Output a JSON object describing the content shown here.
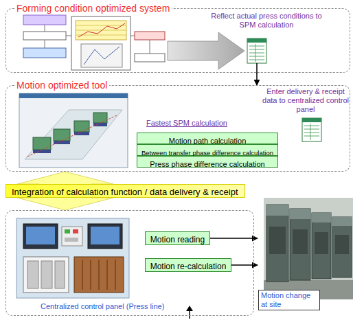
{
  "diagram": {
    "nodes": [
      {
        "text": [
          "Forming condition optimized system",
          "Reflect actual press conditions to SPM calculation"
        ]
      },
      {
        "text": [
          "Motion optimized tool",
          "Fastest SPM calculation",
          "Enter delivery & receipt data to centralized control panel"
        ]
      },
      {
        "text": [
          "Motion path calculation"
        ],
        "in": 1
      },
      {
        "text": [
          "Between transfer phase difference calculation"
        ],
        "in": 1
      },
      {
        "text": [
          "Press phase difference calculation"
        ],
        "in": 1
      },
      {
        "text": [
          "Integration of calculation function / data delivery & receipt"
        ]
      },
      {
        "text": [
          "Centralized control panel (Press line)"
        ]
      },
      {
        "text": [
          "Motion reading"
        ],
        "in": 6
      },
      {
        "text": [
          "Motion re-calculation"
        ],
        "in": 6
      },
      {
        "text": [
          "Motion change at site"
        ]
      }
    ],
    "edges": [
      {
        "from": 0,
        "to": 1,
        "arrow": "to"
      },
      {
        "from": 1,
        "to": 6,
        "arrow": "both"
      },
      {
        "from": 7,
        "to": 9,
        "arrow": "to"
      },
      {
        "from": 8,
        "to": 9,
        "arrow": "to"
      }
    ]
  }
}
